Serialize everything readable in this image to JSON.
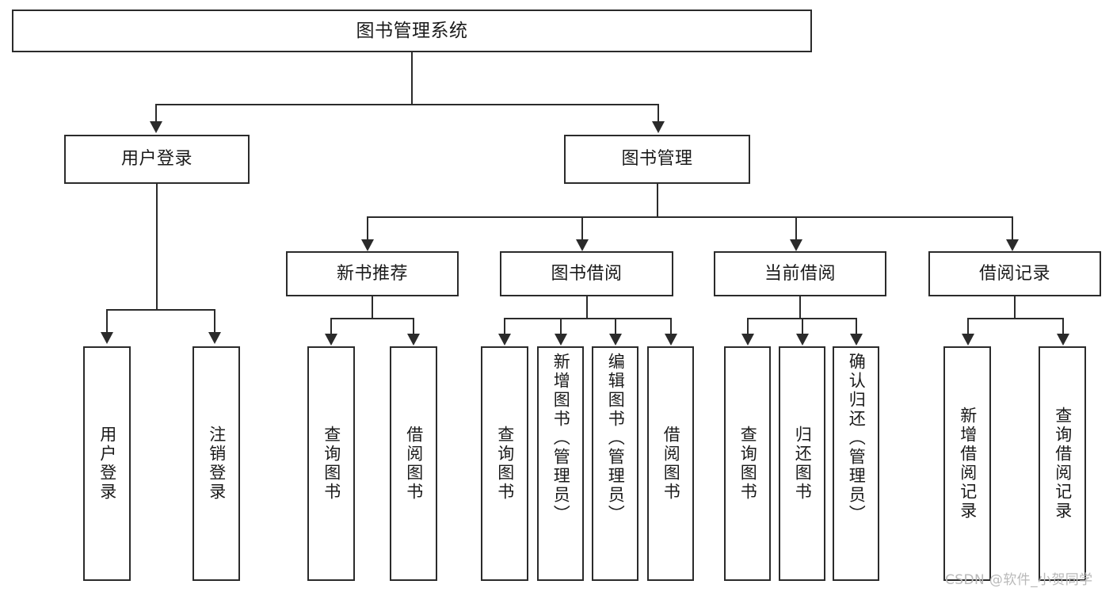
{
  "diagram": {
    "title": "图书管理系统",
    "type": "hierarchy-tree",
    "nodes": {
      "root": {
        "label": "图书管理系统"
      },
      "tier2": [
        {
          "id": "user-login",
          "label": "用户登录"
        },
        {
          "id": "book-management",
          "label": "图书管理"
        }
      ],
      "tier3": [
        {
          "id": "new-book-recommend",
          "label": "新书推荐"
        },
        {
          "id": "book-borrow",
          "label": "图书借阅"
        },
        {
          "id": "current-borrow",
          "label": "当前借阅"
        },
        {
          "id": "borrow-record",
          "label": "借阅记录"
        }
      ],
      "tier4": {
        "user-login": [
          {
            "id": "leaf-user-login",
            "label": "用户登录"
          },
          {
            "id": "leaf-user-logout",
            "label": "注销登录"
          }
        ],
        "new-book-recommend": [
          {
            "id": "leaf-query-book-1",
            "label": "查询图书"
          },
          {
            "id": "leaf-borrow-book-1",
            "label": "借阅图书"
          }
        ],
        "book-borrow": [
          {
            "id": "leaf-query-book-2",
            "label": "查询图书"
          },
          {
            "id": "leaf-add-book",
            "label": "新增图书（管理员）"
          },
          {
            "id": "leaf-edit-book",
            "label": "编辑图书（管理员）"
          },
          {
            "id": "leaf-borrow-book-2",
            "label": "借阅图书"
          }
        ],
        "current-borrow": [
          {
            "id": "leaf-query-book-3",
            "label": "查询图书"
          },
          {
            "id": "leaf-return-book",
            "label": "归还图书"
          },
          {
            "id": "leaf-confirm-return",
            "label": "确认归还（管理员）"
          }
        ],
        "borrow-record": [
          {
            "id": "leaf-add-record",
            "label": "新增借阅记录"
          },
          {
            "id": "leaf-query-record",
            "label": "查询借阅记录"
          }
        ]
      }
    },
    "colors": {
      "stroke": "#2b2b2b",
      "fill": "#ffffff",
      "text": "#1a1a1a",
      "watermark": "#b9b9b9"
    }
  },
  "watermark": {
    "text": "CSDN @软件_小贺同学"
  }
}
